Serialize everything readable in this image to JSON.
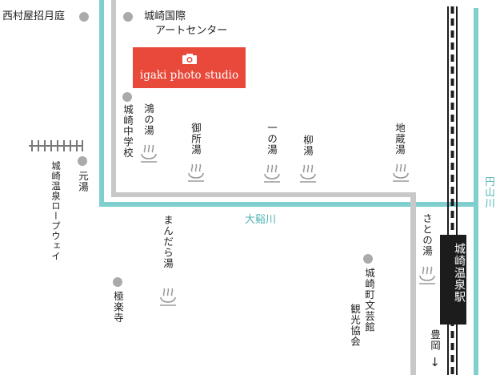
{
  "colors": {
    "river": "#7fcfcf",
    "road": "#c8c8c8",
    "poi_dot": "#aaaaaa",
    "studio_bg": "#e8493a",
    "station_bg": "#1c1c1c",
    "onsen_icon": "#9a9a9a"
  },
  "landmarks": {
    "nishimuraya": "西村屋招月庭",
    "art_center_line1": "城崎国際",
    "art_center_line2": "アートセンター",
    "junior_high": "城崎中学校",
    "motoyu": "元湯",
    "ropeway": "城崎温泉ロープウェイ",
    "gokurakuji": "極楽寺",
    "bungeikan": "城崎町文芸館",
    "kanko_kyokai": "観光協会"
  },
  "studio": {
    "icon": "camera-icon",
    "label": "igaki photo studio"
  },
  "baths": {
    "kounoyu": "鴻の湯",
    "goshoyu": "御所湯",
    "ichinoyu": "一の湯",
    "yanagiyu": "柳湯",
    "jizoyu": "地蔵湯",
    "mandarayu": "まんだら湯",
    "satonoyu": "さとの湯"
  },
  "rivers": {
    "okei": "大谿川",
    "maruyama": "円山川"
  },
  "station": {
    "name": "城崎温泉駅",
    "toyooka_label": "豊岡",
    "toyooka_arrow": "↓"
  },
  "icons": {
    "onsen": "hot-spring-icon",
    "rail": "railway-track"
  }
}
